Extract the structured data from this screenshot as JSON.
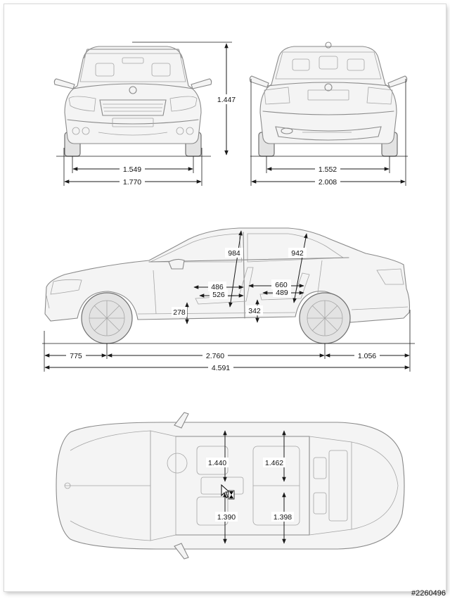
{
  "front_view": {
    "height": "1.447",
    "front_track": "1.549",
    "width": "1.770"
  },
  "rear_view": {
    "rear_track": "1.552",
    "width_with_mirrors": "2.008"
  },
  "side_view": {
    "front_headroom": "984",
    "rear_headroom": "942",
    "front_legroom_max": "486",
    "front_legroom_min": "526",
    "rear_legroom_max": "660",
    "rear_legroom_min": "489",
    "front_seat_height": "278",
    "rear_seat_height": "342",
    "front_overhang": "775",
    "wheelbase": "2.760",
    "rear_overhang": "1.056",
    "overall_length": "4.591"
  },
  "top_view": {
    "front_elbow_width": "1.440",
    "rear_elbow_width": "1.462",
    "front_hip_width": "1.390",
    "rear_hip_width": "1.398"
  },
  "watermark": "#2260496",
  "colors": {
    "line": "#8a8a8a",
    "dimension": "#1a1a1a",
    "paper": "#ffffff"
  },
  "icons": {
    "cursor": "busy-cursor-icon"
  }
}
